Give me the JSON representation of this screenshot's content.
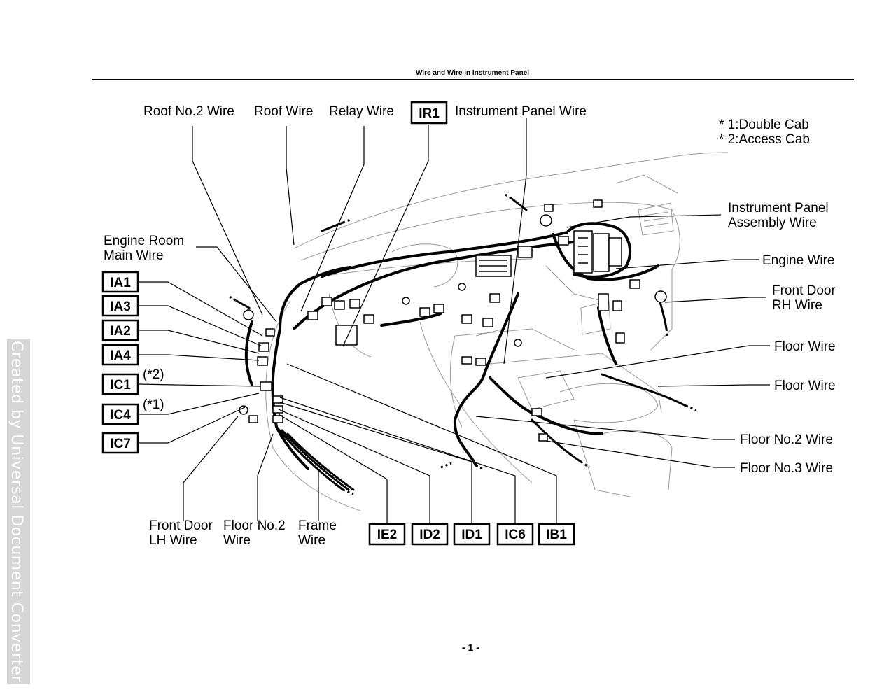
{
  "header": {
    "title": "Wire and Wire in Instrument Panel"
  },
  "notes": {
    "double_cab": "* 1:Double Cab",
    "access_cab": "* 2:Access Cab"
  },
  "top_labels": {
    "roof_no2_wire": "Roof No.2 Wire",
    "roof_wire": "Roof Wire",
    "relay_wire": "Relay Wire",
    "instrument_panel_wire": "Instrument Panel Wire"
  },
  "left_labels": {
    "engine_room_main_wire": [
      "Engine Room",
      "Main Wire"
    ],
    "ic1_note": "(*2)",
    "ic4_note": "(*1)"
  },
  "right_labels": {
    "instrument_panel_assembly_wire": [
      "Instrument Panel",
      "Assembly Wire"
    ],
    "engine_wire": "Engine Wire",
    "front_door_rh_wire": [
      "Front Door",
      "RH Wire"
    ],
    "floor_wire_1": "Floor Wire",
    "floor_wire_2": "Floor Wire",
    "floor_no2_wire": "Floor No.2 Wire",
    "floor_no3_wire": "Floor No.3 Wire"
  },
  "bottom_labels": {
    "front_door_lh_wire": [
      "Front Door",
      "LH Wire"
    ],
    "floor_no2_wire": [
      "Floor No.2",
      "Wire"
    ],
    "frame_wire": [
      "Frame",
      "Wire"
    ]
  },
  "connectors": {
    "ir1": "IR1",
    "ia1": "IA1",
    "ia3": "IA3",
    "ia2": "IA2",
    "ia4": "IA4",
    "ic1": "IC1",
    "ic4": "IC4",
    "ic7": "IC7",
    "ie2": "IE2",
    "id2": "ID2",
    "id1": "ID1",
    "ic6": "IC6",
    "ib1": "IB1"
  },
  "page_number": "- 1 -",
  "watermark": "Created by Universal Document Converter"
}
